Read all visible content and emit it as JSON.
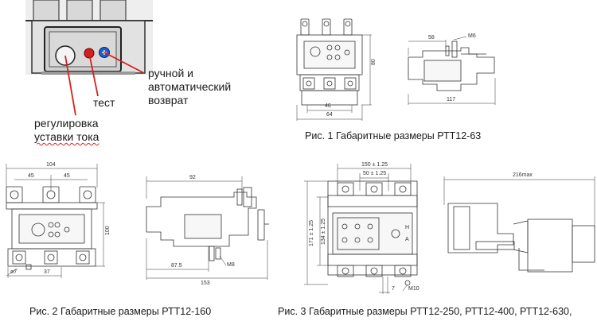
{
  "panel1": {
    "label_reset": "ручной и\nавтоматический\nвозврат",
    "label_test": "тест",
    "label_adjust_line1": "регулировка",
    "label_adjust_line2": "уставки тока"
  },
  "fig1": {
    "caption": "Рис. 1 Габаритные размеры РТТ12-63",
    "dims": {
      "width_inner": "46",
      "width_outer": "64",
      "height": "80",
      "depth_top": "58",
      "depth": "117",
      "thread": "M6"
    }
  },
  "fig2": {
    "caption": "Рис. 2 Габаритные размеры РТТ12-160",
    "dims": {
      "width_total": "104",
      "pitch_a": "45",
      "pitch_b": "45",
      "height": "100",
      "bottom": "37",
      "dia": "ø7",
      "depth_top": "92",
      "depth_mid": "87.5",
      "depth": "153",
      "thread": "M8"
    }
  },
  "fig3": {
    "caption": "Рис. 3 Габаритные размеры РТТ12-250, РТТ12-400, РТТ12-630,",
    "dims": {
      "width_outer": "150 ± 1.25",
      "width_inner": "50 ± 1.25",
      "height_outer": "171 ± 1.25",
      "height_inner": "134 ± 1.25",
      "offset": "7",
      "thread": "M10",
      "depth": "216max",
      "mode_h": "H",
      "mode_a": "A"
    }
  },
  "colors": {
    "test_button": "#d42020",
    "reset_button": "#1f5fc8",
    "pointer": "#d42020",
    "line": "#333333"
  }
}
